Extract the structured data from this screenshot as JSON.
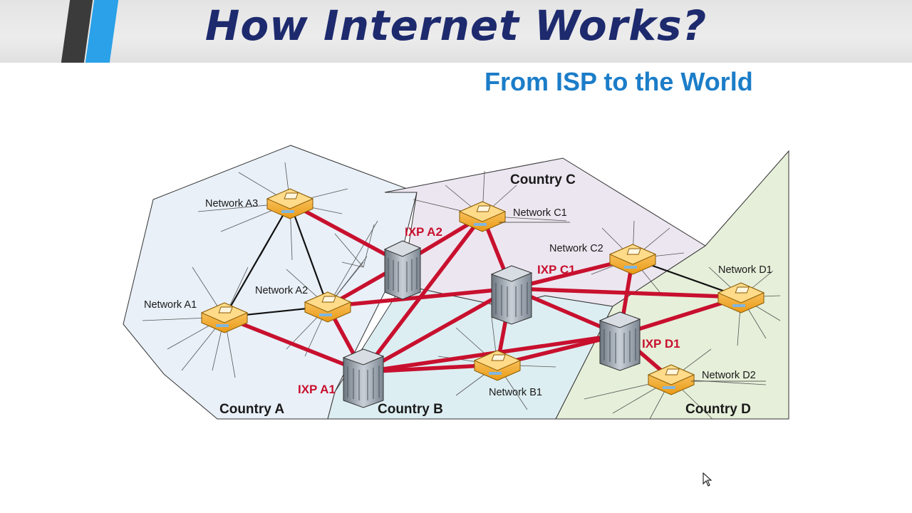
{
  "header": {
    "title": "How Internet Works?",
    "subtitle": "From ISP to the World"
  },
  "diagram": {
    "countries": [
      {
        "id": "A",
        "label": "Country A",
        "fill": "#e9f0f8"
      },
      {
        "id": "B",
        "label": "Country B",
        "fill": "#ddeef2"
      },
      {
        "id": "C",
        "label": "Country C",
        "fill": "#ece6f0"
      },
      {
        "id": "D",
        "label": "Country D",
        "fill": "#e6efd9"
      }
    ],
    "networks": [
      {
        "id": "A3",
        "label": "Network A3"
      },
      {
        "id": "A1",
        "label": "Network A1"
      },
      {
        "id": "A2",
        "label": "Network A2"
      },
      {
        "id": "C1",
        "label": "Network C1"
      },
      {
        "id": "C2",
        "label": "Network C2"
      },
      {
        "id": "B1",
        "label": "Network B1"
      },
      {
        "id": "D1",
        "label": "Network D1"
      },
      {
        "id": "D2",
        "label": "Network D2"
      }
    ],
    "ixps": [
      {
        "id": "A2",
        "label": "IXP A2"
      },
      {
        "id": "A1",
        "label": "IXP A1"
      },
      {
        "id": "C1",
        "label": "IXP C1"
      },
      {
        "id": "D1",
        "label": "IXP D1"
      }
    ],
    "colors": {
      "ixp_link": "#c8102e",
      "local_link": "#111111",
      "router": "#f5b335",
      "ixp_label": "#c8102e"
    }
  }
}
